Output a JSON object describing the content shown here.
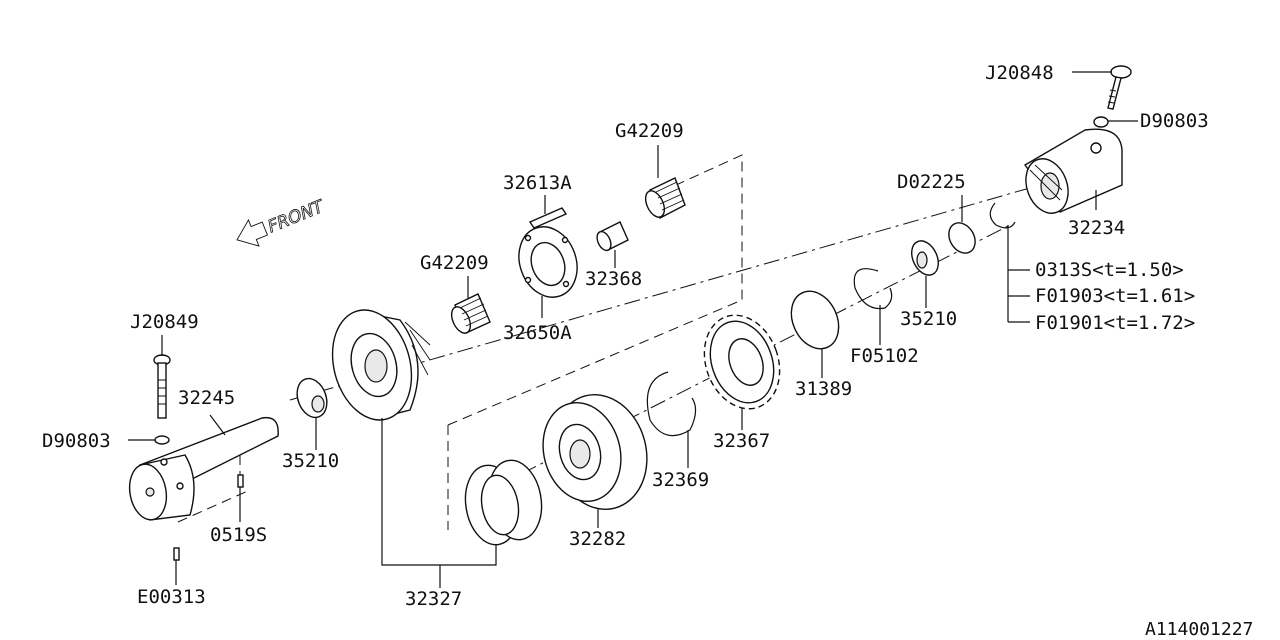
{
  "front_label": "FRONT",
  "reference_code": "A114001227",
  "callouts": {
    "j20848": "J20848",
    "d90803_top": "D90803",
    "d02225": "D02225",
    "p32234": "32234",
    "p0313s": "0313S<t=1.50>",
    "f01903": "F01903<t=1.61>",
    "f01901": "F01901<t=1.72>",
    "g42209_top": "G42209",
    "p32613a": "32613A",
    "p32368": "32368",
    "g42209_mid": "G42209",
    "p32650a": "32650A",
    "p35210_right": "35210",
    "f05102": "F05102",
    "p31389": "31389",
    "p32367": "32367",
    "p32369": "32369",
    "p32282": "32282",
    "j20849": "J20849",
    "p32245": "32245",
    "d90803_left": "D90803",
    "p35210_left": "35210",
    "p0519s": "0519S",
    "e00313": "E00313",
    "p32327": "32327"
  }
}
